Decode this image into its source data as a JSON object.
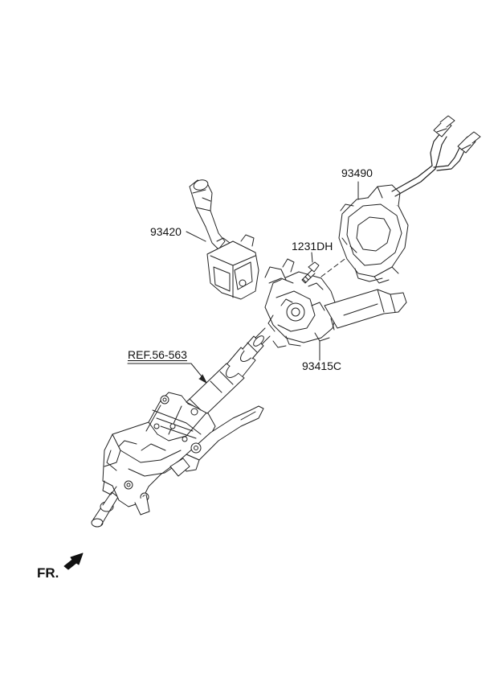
{
  "labels": {
    "part_93490": "93490",
    "part_93420": "93420",
    "part_1231DH": "1231DH",
    "part_93415C": "93415C",
    "ref": "REF.56-563"
  },
  "direction": {
    "label": "FR.",
    "arrow_icon": "front-direction-arrow-icon"
  },
  "colors": {
    "line": "#222222",
    "part_fill": "#ffffff",
    "shade": "#d8d8d8",
    "text": "#111111"
  }
}
